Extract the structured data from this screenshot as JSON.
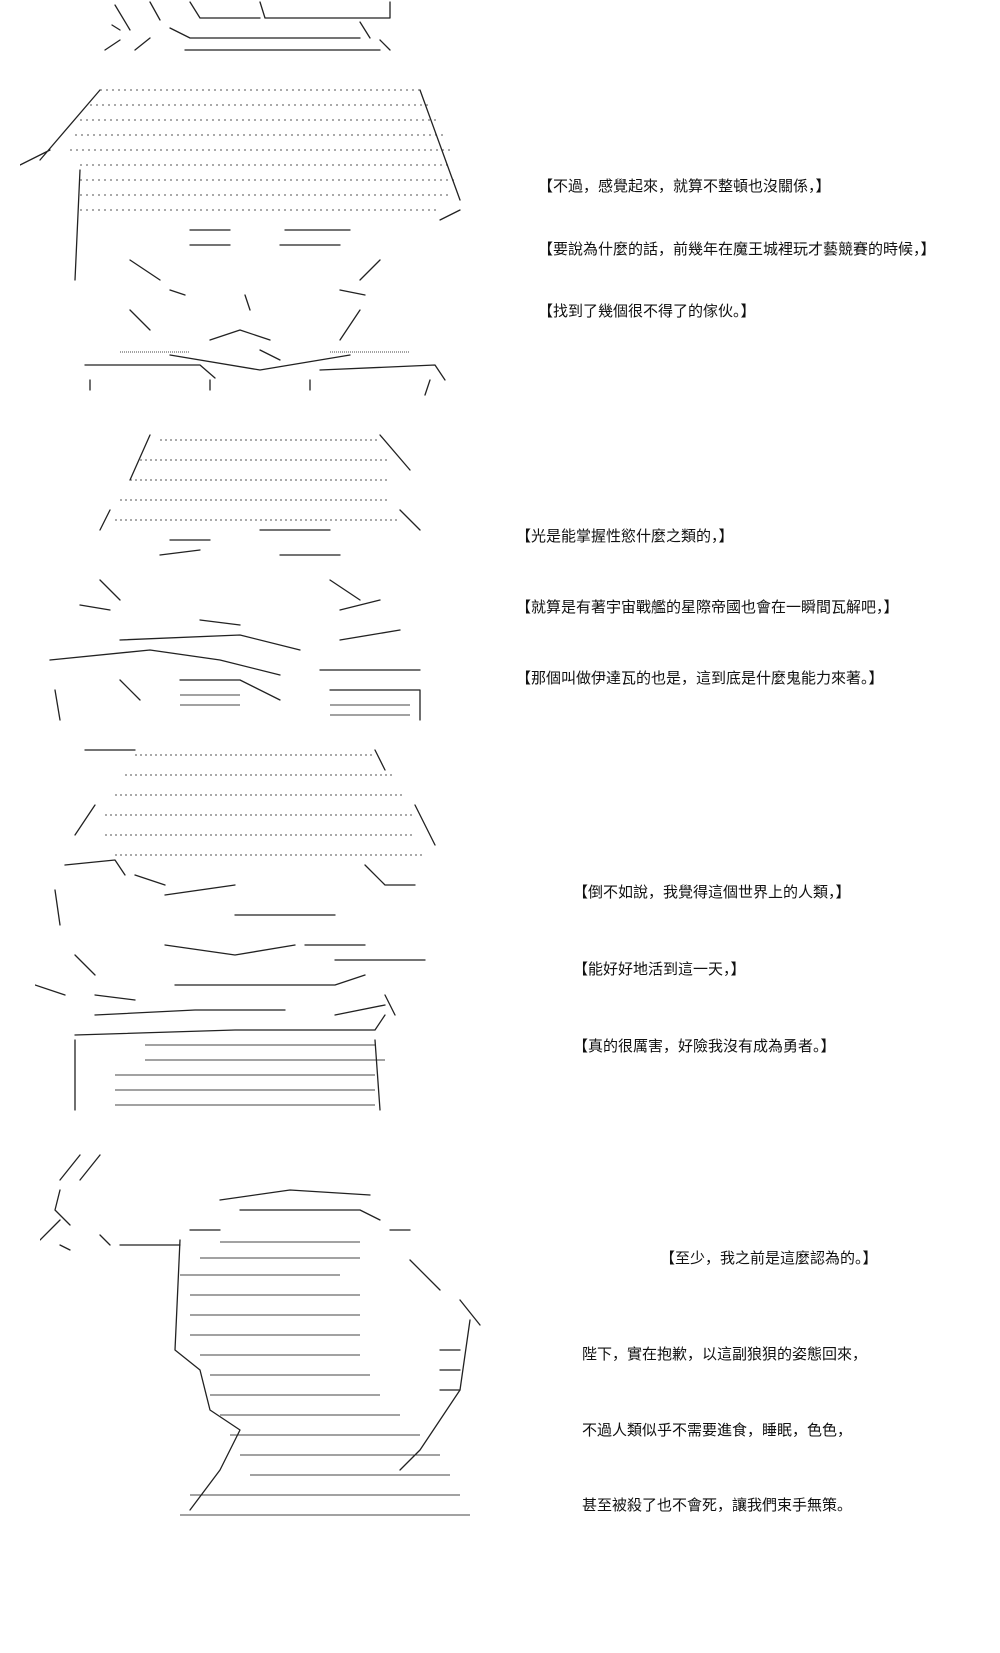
{
  "panels": [
    {
      "lines": [
        "【不過，感覺起來，就算不整頓也沒關係，】",
        "【要說為什麼的話，前幾年在魔王城裡玩才藝競賽的時候，】",
        "【找到了幾個很不得了的傢伙。】"
      ]
    },
    {
      "lines": [
        "【光是能掌握性慾什麼之類的，】",
        "【就算是有著宇宙戰艦的星際帝國也會在一瞬間瓦解吧，】",
        "【那個叫做伊達瓦的也是，這到底是什麼鬼能力來著。】"
      ]
    },
    {
      "lines": [
        "【倒不如說，我覺得這個世界上的人類，】",
        "【能好好地活到這一天，】",
        "【真的很厲害，好險我沒有成為勇者。】"
      ]
    },
    {
      "lines": [
        "【至少，我之前是這麼認為的。】",
        "陛下，實在抱歉，以這副狼狽的姿態回來，",
        "不過人類似乎不需要進食，睡眠，色色，",
        "甚至被殺了也不會死，讓我們束手無策。"
      ]
    }
  ]
}
